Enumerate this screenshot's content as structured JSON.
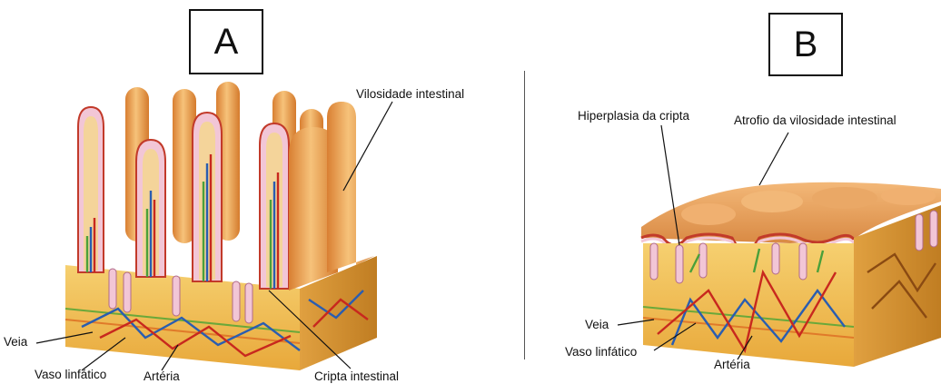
{
  "panels": {
    "a": {
      "letter": "A",
      "labels": {
        "villus": "Vilosidade intestinal",
        "vein": "Veia",
        "lymph": "Vaso linfático",
        "artery": "Artéria",
        "crypt": "Cripta intestinal"
      }
    },
    "b": {
      "letter": "B",
      "labels": {
        "crypt_hyperplasia": "Hiperplasia da cripta",
        "villus_atrophy": "Atrofio da vilosidade intestinal",
        "vein": "Veia",
        "lymph": "Vaso linfático",
        "artery": "Artéria"
      }
    }
  },
  "colors": {
    "villus": "#e89a48",
    "villus_highlight": "#f6c27a",
    "villus_inner": "#c23a2a",
    "epithelium": "#f2c6d6",
    "submucosa": "#f2c14e",
    "side": "#d9952a",
    "vein": "#2a5db0",
    "artery": "#c8281e",
    "lymph": "#4aa03a"
  }
}
